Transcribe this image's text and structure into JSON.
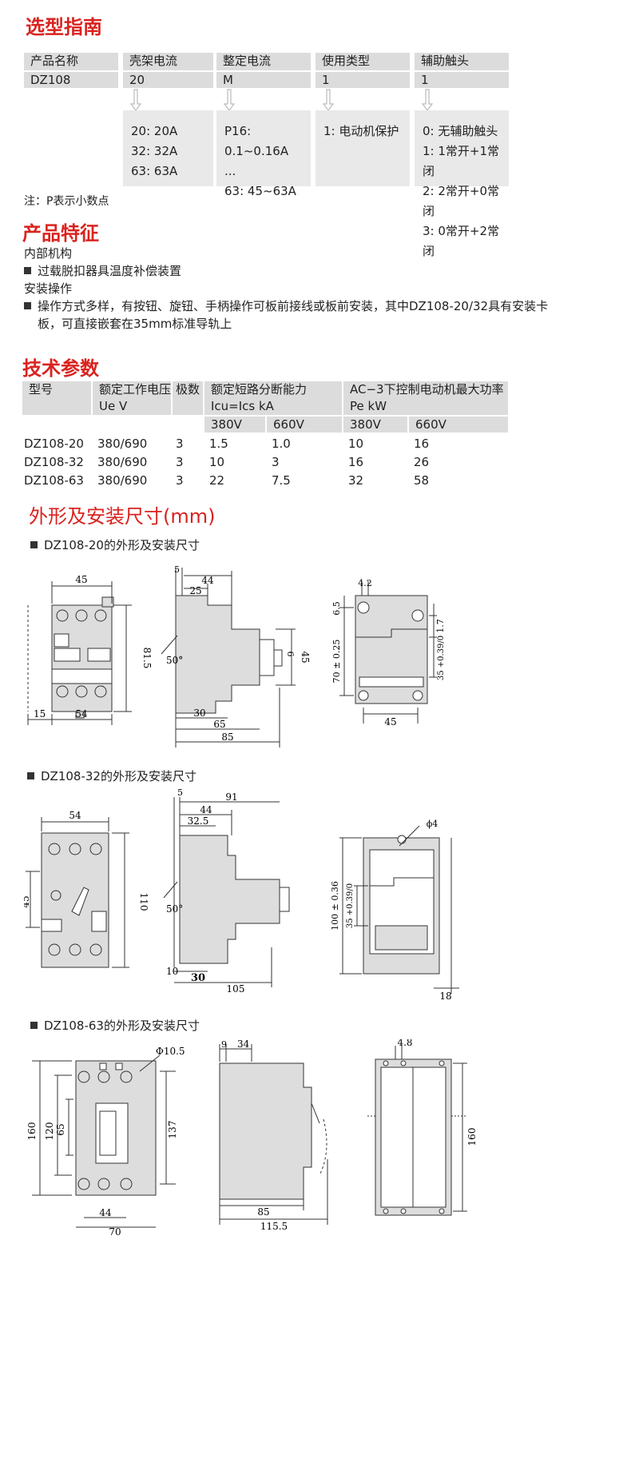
{
  "selection": {
    "title": "选型指南",
    "headers": [
      "产品名称",
      "壳架电流",
      "整定电流",
      "使用类型",
      "辅助触头"
    ],
    "values": [
      "DZ108",
      "20",
      "M",
      "1",
      "1"
    ],
    "options": [
      [],
      [
        "20: 20A",
        "32: 32A",
        "63: 63A"
      ],
      [
        "P16: 0.1~0.16A",
        "...",
        "63: 45~63A"
      ],
      [
        "1: 电动机保护"
      ],
      [
        "0: 无辅助触头",
        "1: 1常开+1常闭",
        "2: 2常开+0常闭",
        "3: 0常开+2常闭"
      ]
    ],
    "note": "注：P表示小数点"
  },
  "features": {
    "title": "产品特征",
    "internal_label": "内部机构",
    "internal_item": "过载脱扣器具温度补偿装置",
    "install_label": "安装操作",
    "install_item_line1": "操作方式多样，有按钮、旋钮、手柄操作可板前接线或板前安装，其中DZ108-20/32具有安装卡",
    "install_item_line2": "板，可直接嵌套在35mm标准导轨上"
  },
  "tech": {
    "title": "技术参数",
    "h_model": "型号",
    "h_voltage_1": "额定工作电压",
    "h_voltage_2": "Ue V",
    "h_poles": "极数",
    "h_breaking_1": "额定短路分断能力",
    "h_breaking_2": "Icu=Ics  kA",
    "h_power_1": "AC−3下控制电动机最大功率",
    "h_power_2": "Pe  kW",
    "sub": [
      "380V",
      "660V",
      "380V",
      "660V"
    ],
    "rows": [
      [
        "DZ108-20",
        "380/690",
        "3",
        "1.5",
        "1.0",
        "10",
        "16"
      ],
      [
        "DZ108-32",
        "380/690",
        "3",
        "10",
        "3",
        "16",
        "26"
      ],
      [
        "DZ108-63",
        "380/690",
        "3",
        "22",
        "7.5",
        "32",
        "58"
      ]
    ]
  },
  "dims": {
    "title": "外形及安装尺寸(mm)",
    "d20": {
      "caption": "DZ108-20的外形及安装尺寸",
      "front": {
        "w": "45",
        "h": "81.5",
        "left": "15",
        "bottom": "54"
      },
      "side": {
        "top1": "5",
        "top2": "44",
        "top3": "25",
        "angle": "50°",
        "h1": "6",
        "h2": "45",
        "b1": "30",
        "b2": "65",
        "b3": "85"
      },
      "back": {
        "top": "4.2",
        "l1": "6.5",
        "l2": "70 ± 0.25",
        "r1": "1.7",
        "r2": "35 +0.39/0",
        "bottom": "45"
      }
    },
    "d32": {
      "caption": "DZ108-32的外形及安装尺寸",
      "front": {
        "w": "54",
        "h": "110",
        "left": "45"
      },
      "side": {
        "top1": "5",
        "top2": "91",
        "top3": "44",
        "top4": "32.5",
        "angle": "50°",
        "b0": "10",
        "b1": "30",
        "b2": "105"
      },
      "back": {
        "hole": "ϕ4",
        "l1": "100 ± 0.36",
        "l2": "35 +0.39/0",
        "bottom": "18"
      }
    },
    "d63": {
      "caption": "DZ108-63的外形及安装尺寸",
      "front": {
        "hole": "Φ10.5",
        "h1": "160",
        "h2": "120",
        "h3": "65",
        "h4": "137",
        "b1": "44",
        "b2": "70"
      },
      "side": {
        "top1": "9",
        "top2": "34",
        "b1": "85",
        "b2": "115.5"
      },
      "back": {
        "top": "4.8",
        "h": "160"
      }
    }
  }
}
